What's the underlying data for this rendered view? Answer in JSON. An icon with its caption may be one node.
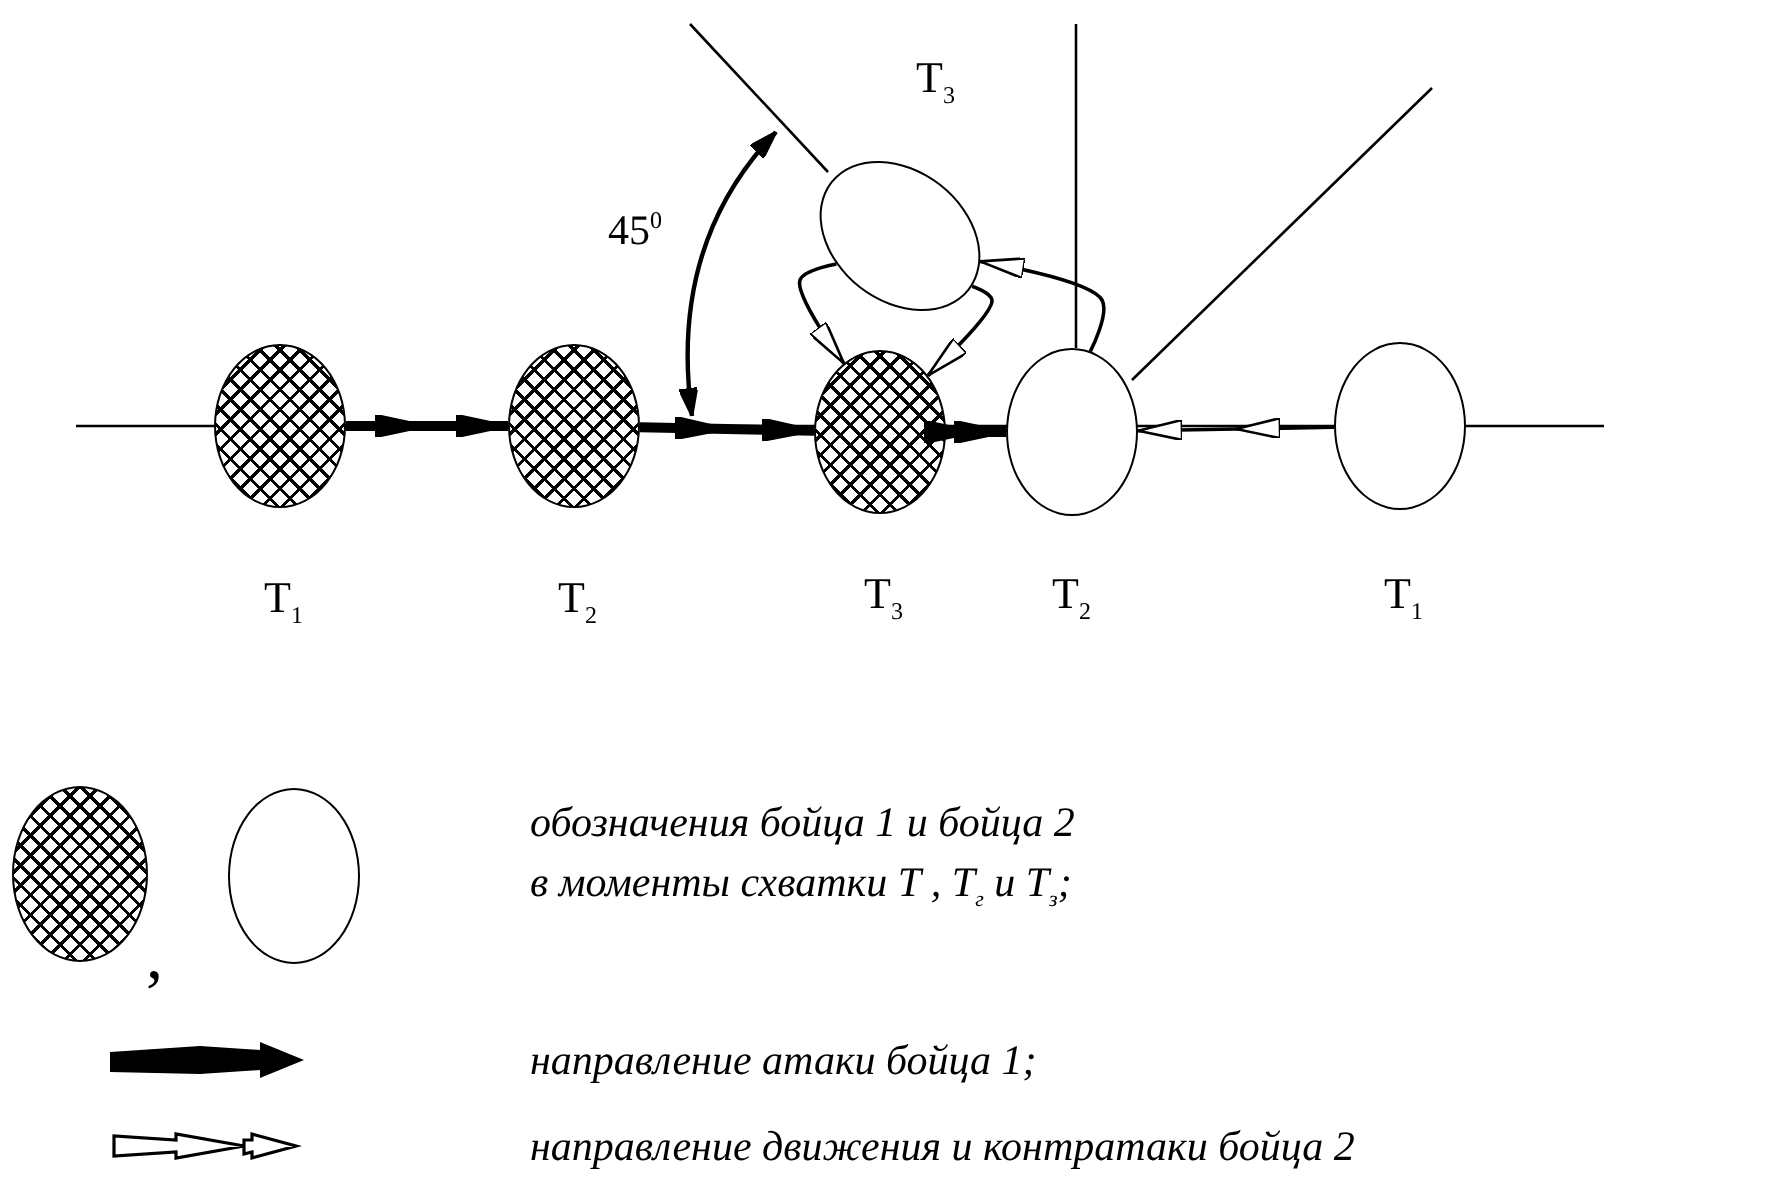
{
  "diagram": {
    "nodes": [
      {
        "text": [],
        "shape": "circle",
        "beside": [
          "T$_{1}$"
        ]
      },
      {
        "text": [],
        "shape": "circle",
        "beside": [
          "T$_{2}$"
        ]
      },
      {
        "text": [],
        "shape": "circle",
        "beside": [
          "T$_{3}$"
        ]
      },
      {
        "text": [],
        "shape": "circle",
        "beside": [
          "T$_{3}$"
        ]
      },
      {
        "text": [],
        "shape": "circle",
        "beside": [
          "T$_{2}$"
        ]
      },
      {
        "text": [],
        "shape": "circle",
        "beside": [
          "T$_{1}$"
        ]
      }
    ],
    "edges": [
      {
        "from": 0,
        "to": 1,
        "arrow": "to",
        "style": "thick"
      },
      {
        "from": 1,
        "to": 2,
        "arrow": "to",
        "style": "thick"
      },
      {
        "from": 2,
        "to": 4,
        "arrow": "to",
        "style": "thick"
      },
      {
        "from": 5,
        "to": 4,
        "arrow": "to"
      },
      {
        "from": 4,
        "to": 3,
        "arrow": "to"
      },
      {
        "from": 3,
        "to": 2,
        "arrow": "to"
      },
      {
        "from": 3,
        "to": 2,
        "arrow": "to"
      }
    ],
    "labels": [
      "45$^{0}$",
      ","
    ],
    "legend": [
      {
        "text": "обозначения бойца 1 и бойца 2 в моменты схватки T , T$_{г}$ и T$_{з}$;"
      },
      {
        "text": "направление атаки бойца 1;"
      },
      {
        "text": "направление движения и контратаки бойца 2"
      }
    ]
  }
}
